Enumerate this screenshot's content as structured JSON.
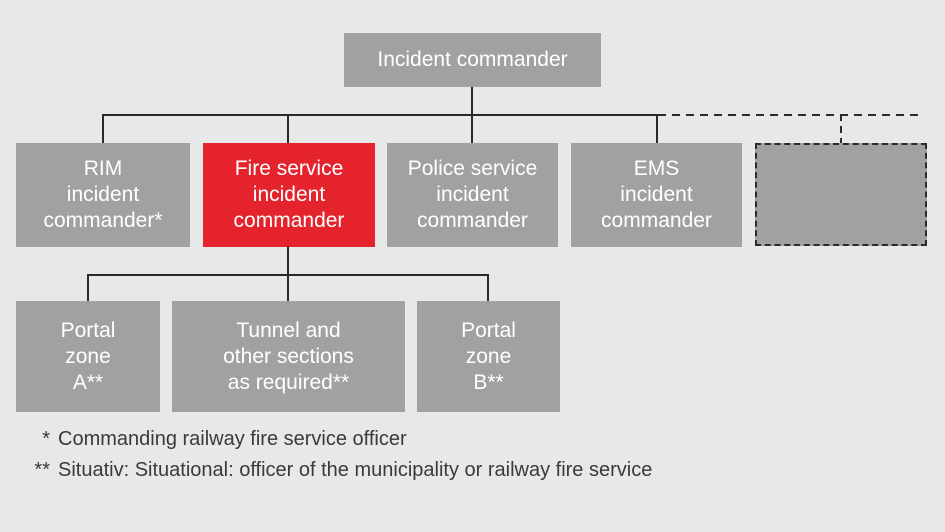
{
  "colors": {
    "background": "#e7e8e8",
    "gray_box": "#a1a1a1",
    "red_box": "#e4232c",
    "line": "#2b2a28",
    "box_text": "#ffffff",
    "footnote_text": "#3a3a39"
  },
  "org": {
    "root": {
      "lines": [
        "Incident commander"
      ]
    },
    "level2": [
      {
        "id": "rim",
        "lines": [
          "RIM",
          "incident",
          "commander*"
        ]
      },
      {
        "id": "fire",
        "lines": [
          "Fire service",
          "incident",
          "commander"
        ]
      },
      {
        "id": "police",
        "lines": [
          "Police service",
          "incident",
          "commander"
        ]
      },
      {
        "id": "ems",
        "lines": [
          "EMS",
          "incident",
          "commander"
        ]
      },
      {
        "id": "reserved",
        "lines": []
      }
    ],
    "level3": [
      {
        "id": "portal-a",
        "lines": [
          "Portal",
          "zone",
          "A**"
        ]
      },
      {
        "id": "tunnel",
        "lines": [
          "Tunnel and",
          "other sections",
          "as required**"
        ]
      },
      {
        "id": "portal-b",
        "lines": [
          "Portal",
          "zone",
          "B**"
        ]
      }
    ]
  },
  "footnotes": [
    {
      "marker": "*",
      "text": "Commanding railway fire service officer"
    },
    {
      "marker": "**",
      "text": "Situativ: Situational: officer of the municipality or railway fire service"
    }
  ]
}
